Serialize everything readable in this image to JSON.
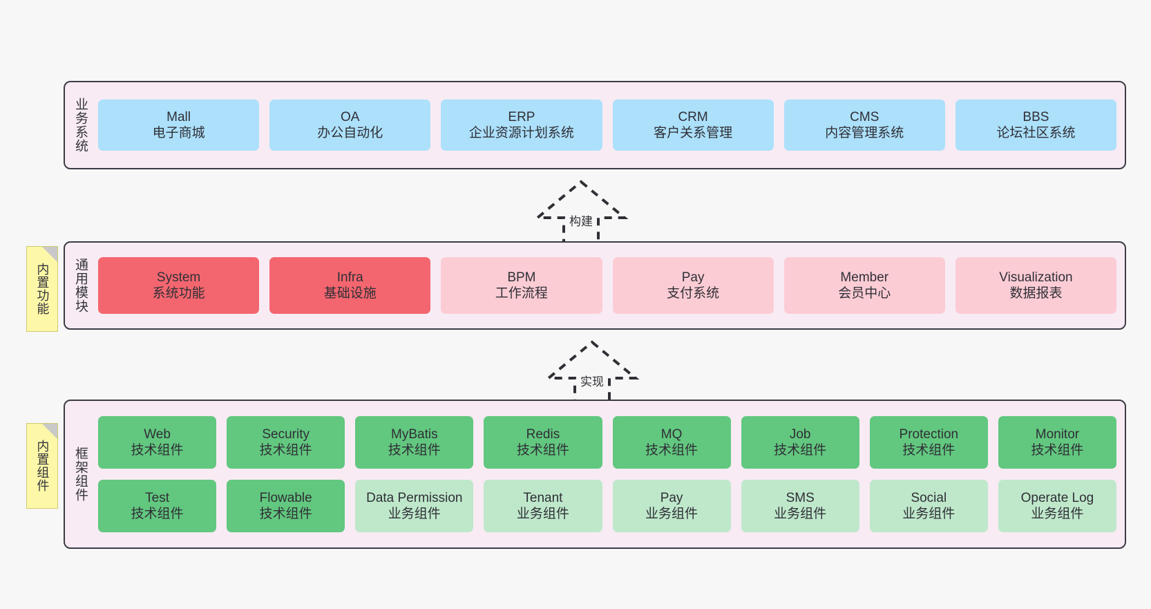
{
  "diagram": {
    "title": "",
    "colors": {
      "panel_bg": "#f8ebf4",
      "panel_border": "#3b3b45",
      "business_card": "#ace0fb",
      "module_active": "#f4666f",
      "module_plain": "#fcccd5",
      "tech_component": "#62c77f",
      "biz_component": "#bfe8cb",
      "note_bg": "#fcf8a8",
      "canvas_bg": "#f7f7f7"
    }
  },
  "layers": [
    {
      "id": "business-systems",
      "label": "业务系统",
      "rows": [
        {
          "cards": [
            {
              "name": "Mall",
              "desc": "电子商城",
              "style": "c-blue"
            },
            {
              "name": "OA",
              "desc": "办公自动化",
              "style": "c-blue"
            },
            {
              "name": "ERP",
              "desc": "企业资源计划系统",
              "style": "c-blue"
            },
            {
              "name": "CRM",
              "desc": "客户关系管理",
              "style": "c-blue"
            },
            {
              "name": "CMS",
              "desc": "内容管理系统",
              "style": "c-blue"
            },
            {
              "name": "BBS",
              "desc": "论坛社区系统",
              "style": "c-blue"
            }
          ]
        }
      ]
    },
    {
      "id": "common-modules",
      "label": "通用模块",
      "note": "内置功能",
      "rows": [
        {
          "cards": [
            {
              "name": "System",
              "desc": "系统功能",
              "style": "c-red"
            },
            {
              "name": "Infra",
              "desc": "基础设施",
              "style": "c-red"
            },
            {
              "name": "BPM",
              "desc": "工作流程",
              "style": "c-pink"
            },
            {
              "name": "Pay",
              "desc": "支付系统",
              "style": "c-pink"
            },
            {
              "name": "Member",
              "desc": "会员中心",
              "style": "c-pink"
            },
            {
              "name": "Visualization",
              "desc": "数据报表",
              "style": "c-pink"
            }
          ]
        }
      ]
    },
    {
      "id": "framework-components",
      "label": "框架组件",
      "note": "内置组件",
      "rows": [
        {
          "cards": [
            {
              "name": "Web",
              "desc": "技术组件",
              "style": "c-green"
            },
            {
              "name": "Security",
              "desc": "技术组件",
              "style": "c-green"
            },
            {
              "name": "MyBatis",
              "desc": "技术组件",
              "style": "c-green"
            },
            {
              "name": "Redis",
              "desc": "技术组件",
              "style": "c-green"
            },
            {
              "name": "MQ",
              "desc": "技术组件",
              "style": "c-green"
            },
            {
              "name": "Job",
              "desc": "技术组件",
              "style": "c-green"
            },
            {
              "name": "Protection",
              "desc": "技术组件",
              "style": "c-green"
            },
            {
              "name": "Monitor",
              "desc": "技术组件",
              "style": "c-green"
            }
          ]
        },
        {
          "cards": [
            {
              "name": "Test",
              "desc": "技术组件",
              "style": "c-green"
            },
            {
              "name": "Flowable",
              "desc": "技术组件",
              "style": "c-green"
            },
            {
              "name": "Data Permission",
              "desc": "业务组件",
              "style": "c-lightgreen"
            },
            {
              "name": "Tenant",
              "desc": "业务组件",
              "style": "c-lightgreen"
            },
            {
              "name": "Pay",
              "desc": "业务组件",
              "style": "c-lightgreen"
            },
            {
              "name": "SMS",
              "desc": "业务组件",
              "style": "c-lightgreen"
            },
            {
              "name": "Social",
              "desc": "业务组件",
              "style": "c-lightgreen"
            },
            {
              "name": "Operate Log",
              "desc": "业务组件",
              "style": "c-lightgreen"
            }
          ]
        }
      ]
    }
  ],
  "connectors": [
    {
      "id": "build",
      "label": "构建"
    },
    {
      "id": "implement",
      "label": "实现"
    }
  ]
}
